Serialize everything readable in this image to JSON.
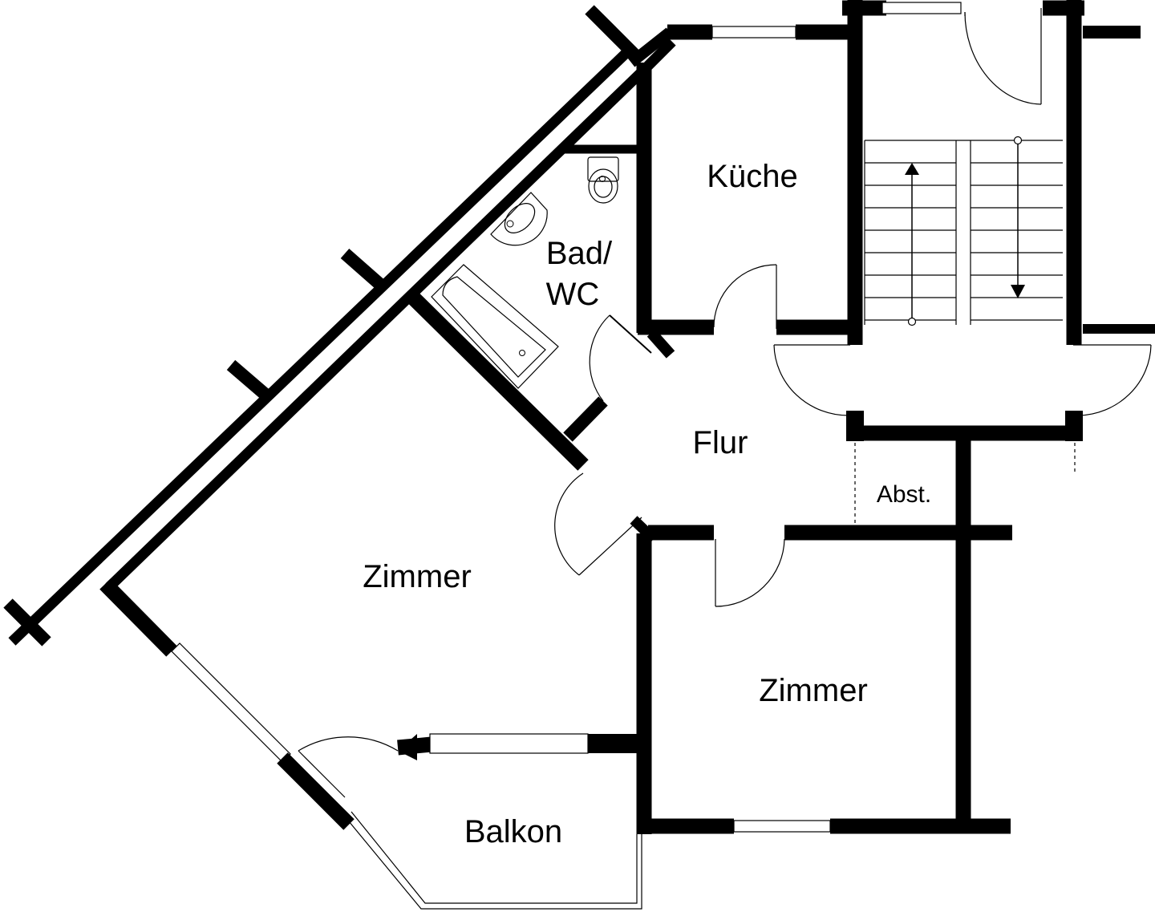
{
  "rooms": {
    "kueche": "Küche",
    "bad_line1": "Bad/",
    "bad_line2": "WC",
    "flur": "Flur",
    "abstellraum": "Abst.",
    "zimmer_gross": "Zimmer",
    "zimmer_klein": "Zimmer",
    "balkon": "Balkon"
  },
  "colors": {
    "wall": "#000000",
    "background": "#ffffff"
  },
  "icons": [
    "toilet-icon",
    "washbasin-icon",
    "bathtub-icon",
    "stair-arrow-up-icon",
    "stair-arrow-down-icon"
  ]
}
